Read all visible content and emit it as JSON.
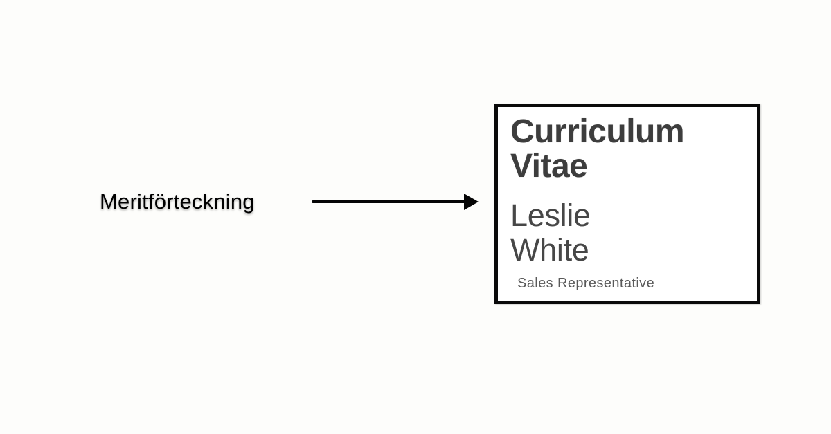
{
  "canvas": {
    "background": "#fdfdfb"
  },
  "annotation": {
    "label": "Meritförteckning",
    "label_color": "#000000",
    "arrow_icon": "arrow-right",
    "arrow_color": "#050505"
  },
  "cv_card": {
    "title": "Curriculum Vitae",
    "name": "Leslie White",
    "role": "Sales Representative",
    "colors": {
      "border": "#0a0a0a",
      "card_background": "#ffffff",
      "title": "#3d3d3d",
      "name": "#474747",
      "role": "#595959"
    }
  }
}
